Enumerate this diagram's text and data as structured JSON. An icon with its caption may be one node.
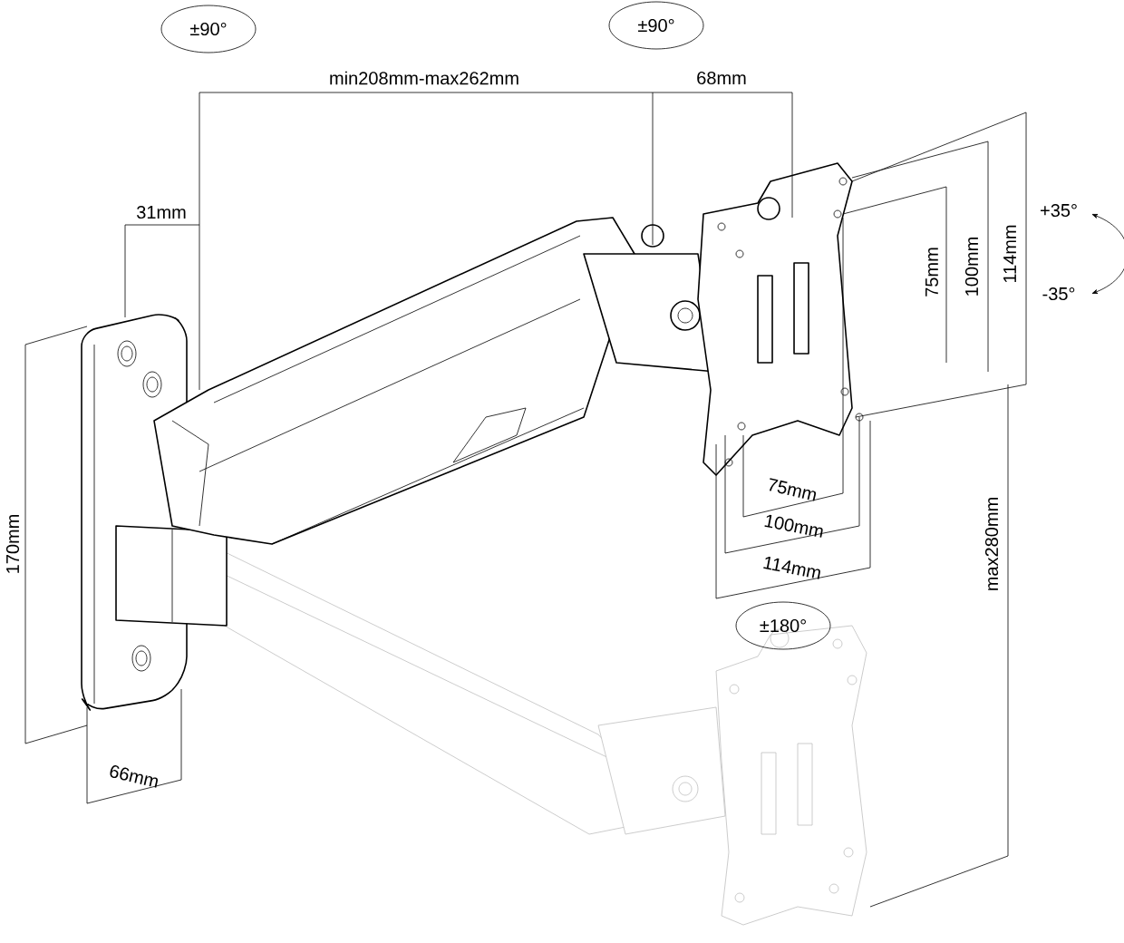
{
  "diagram": {
    "labels": [
      "±90°",
      "±90°",
      "min208mm-max262mm",
      "68mm",
      "31mm",
      "+35°",
      "75mm",
      "100mm",
      "114mm",
      "-35°",
      "170mm",
      "75mm",
      "100mm",
      "114mm",
      "±180°",
      "max280mm",
      "66mm"
    ]
  }
}
